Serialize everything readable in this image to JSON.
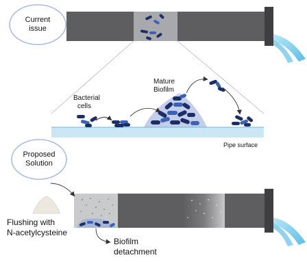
{
  "labels": {
    "current_issue": [
      "Current",
      "issue"
    ],
    "bacterial_cells": [
      "Bacterial",
      "cells"
    ],
    "mature_biofilm": [
      "Mature",
      "Biofilm"
    ],
    "pipe_surface": "Pipe surface",
    "proposed_solution": [
      "Proposed",
      "Solution"
    ],
    "flushing": [
      "Flushing with",
      "N-acetylcysteine"
    ],
    "biofilm_detachment": [
      "Biofilm",
      "detachment"
    ]
  },
  "colors": {
    "pipe_dark": "#5e5e60",
    "pipe_end": "#3f3f41",
    "oval_border": "#a9b8e8",
    "biofilm_navy": "#1b2e66",
    "biofilm_blue": "#3a63b5",
    "surface_blue": "#cbe6f5",
    "water": "#8fd3ee",
    "powder": "#ece8df"
  },
  "icons": [
    "water-outflow-icon",
    "powder-pile-icon",
    "bacteria-cluster-icon",
    "curved-arrow-icon"
  ]
}
